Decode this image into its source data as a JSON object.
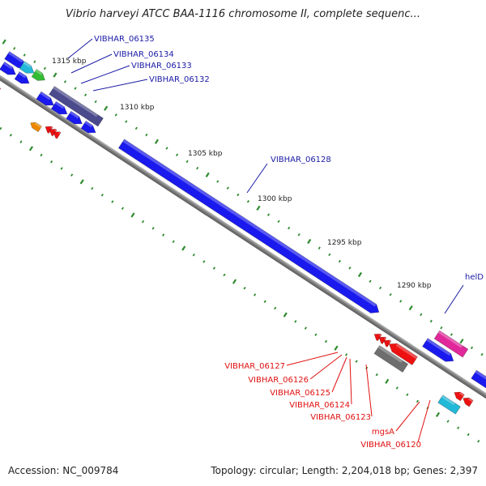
{
  "title": "Vibrio harveyi ATCC BAA-1116 chromosome II, complete sequenc...",
  "footer": {
    "accession": "Accession: NC_009784",
    "topology": "Topology: circular; Length: 2,204,018 bp; Genes: 2,397"
  },
  "colors": {
    "backbone": "#8c8c8c",
    "tick": "#2e8b2e",
    "forward_label": "#1a1aa6",
    "reverse_label": "#e01010",
    "gene_blue": "#1a1aee",
    "gene_navy": "#4a4a8c",
    "gene_cyan": "#22b8d8",
    "gene_green": "#33bb33",
    "gene_magenta": "#e0289a",
    "gene_red": "#ee1111",
    "gene_gray": "#6e6e6e",
    "gene_orange": "#ee8800"
  },
  "scale_labels": [
    {
      "text": "1315 kbp"
    },
    {
      "text": "1310 kbp"
    },
    {
      "text": "1305 kbp"
    },
    {
      "text": "1300 kbp"
    },
    {
      "text": "1295 kbp"
    },
    {
      "text": "1290 kbp"
    }
  ],
  "gene_labels": [
    {
      "text": "VIBHAR_06135",
      "strand": "forward"
    },
    {
      "text": "VIBHAR_06134",
      "strand": "forward"
    },
    {
      "text": "VIBHAR_06133",
      "strand": "forward"
    },
    {
      "text": "VIBHAR_06132",
      "strand": "forward"
    },
    {
      "text": "VIBHAR_06128",
      "strand": "forward"
    },
    {
      "text": "helD",
      "strand": "forward"
    },
    {
      "text": "VIBHAR_06127",
      "strand": "reverse"
    },
    {
      "text": "VIBHAR_06126",
      "strand": "reverse"
    },
    {
      "text": "VIBHAR_06125",
      "strand": "reverse"
    },
    {
      "text": "VIBHAR_06124",
      "strand": "reverse"
    },
    {
      "text": "VIBHAR_06123",
      "strand": "reverse"
    },
    {
      "text": "mgsA",
      "strand": "reverse"
    },
    {
      "text": "VIBHAR_06120",
      "strand": "reverse"
    }
  ]
}
